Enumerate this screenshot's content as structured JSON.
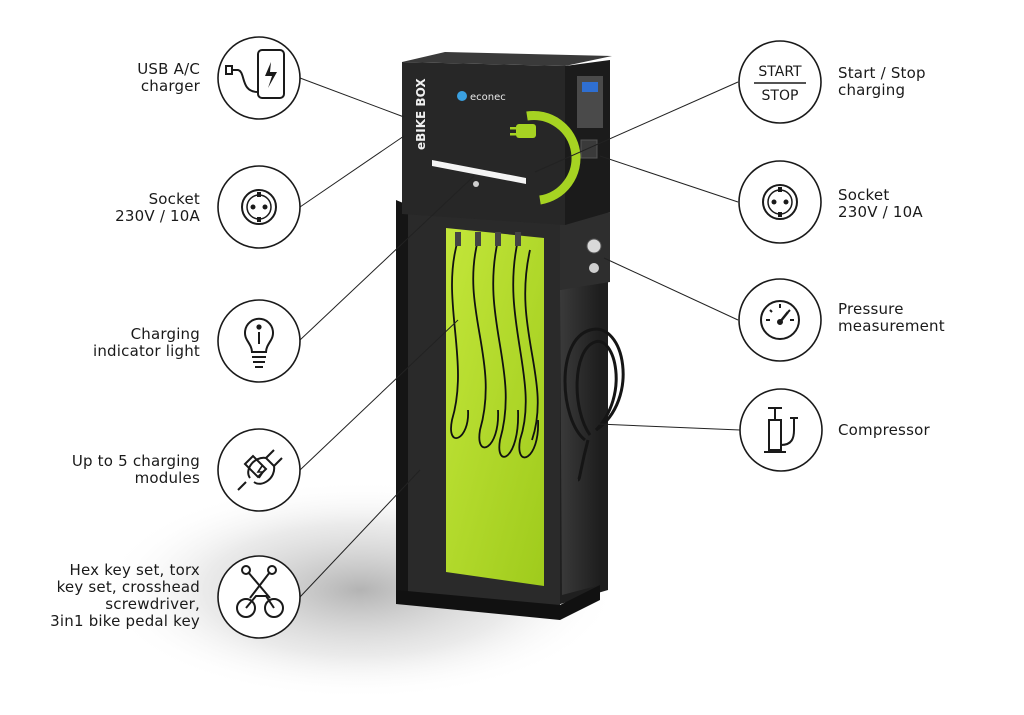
{
  "product": {
    "name": "eBIKE BOX",
    "brand": "econec"
  },
  "colors": {
    "accent": "#a6d322",
    "panel": "#b3dc2c",
    "body": "#2b2b2b",
    "icon_stroke": "#1a1a1a"
  },
  "features_left": [
    {
      "icon": "usb-phone-icon",
      "lines": [
        "USB A/C",
        "charger"
      ]
    },
    {
      "icon": "socket-icon",
      "lines": [
        "Socket",
        "230V / 10A"
      ]
    },
    {
      "icon": "lightbulb-info-icon",
      "lines": [
        "Charging",
        "indicator light"
      ]
    },
    {
      "icon": "plug-icon",
      "lines": [
        "Up to 5 charging",
        "modules"
      ]
    },
    {
      "icon": "bike-tools-icon",
      "lines": [
        "Hex key set, torx",
        "key set, crosshead",
        "screwdriver,",
        "3in1 bike pedal key"
      ]
    }
  ],
  "features_right": [
    {
      "icon": "start-stop-icon",
      "icon_text": [
        "START",
        "STOP"
      ],
      "lines": [
        "Start / Stop",
        "charging"
      ]
    },
    {
      "icon": "socket-icon",
      "lines": [
        "Socket",
        "230V / 10A"
      ]
    },
    {
      "icon": "gauge-icon",
      "lines": [
        "Pressure",
        "measurement"
      ]
    },
    {
      "icon": "pump-icon",
      "lines": [
        "Compressor"
      ]
    }
  ]
}
